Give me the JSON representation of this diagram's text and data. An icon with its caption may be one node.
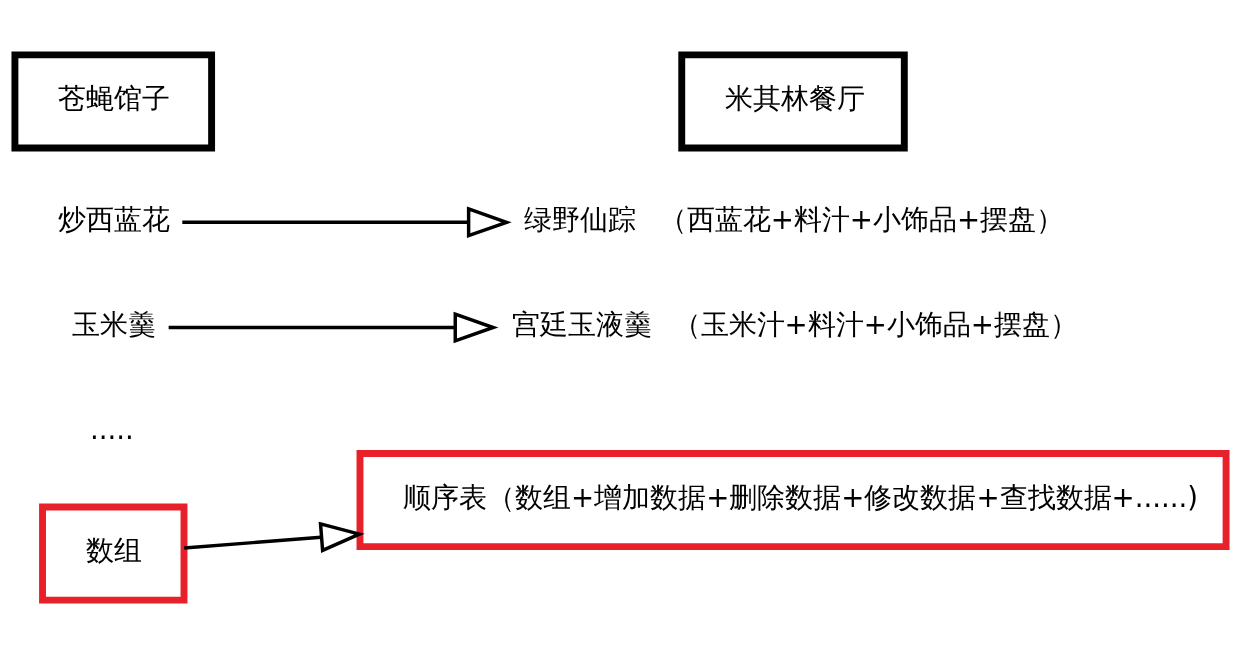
{
  "diagram": {
    "nodes": [
      {
        "text": [
          "苍蝇馆子"
        ]
      },
      {
        "text": [
          "米其林餐厅"
        ]
      },
      {
        "text": [
          "炒西蓝花"
        ]
      },
      {
        "text": [
          "绿野仙踪"
        ],
        "beside": [
          "（西蓝花+料汁+小饰品+摆盘）"
        ]
      },
      {
        "text": [
          "玉米羹"
        ]
      },
      {
        "text": [
          "宫廷玉液羹"
        ],
        "beside": [
          "（玉米汁+料汁+小饰品+摆盘）"
        ]
      },
      {
        "text": [
          "数组"
        ]
      },
      {
        "text": [
          "顺序表（数组+增加数据+删除数据+修改数据+查找数据+......)"
        ]
      }
    ],
    "edges": [
      {
        "from": 2,
        "to": 3,
        "arrow": "to"
      },
      {
        "from": 4,
        "to": 5,
        "arrow": "to"
      },
      {
        "from": 6,
        "to": 7,
        "arrow": "to"
      }
    ],
    "labels": [
      "....."
    ]
  }
}
